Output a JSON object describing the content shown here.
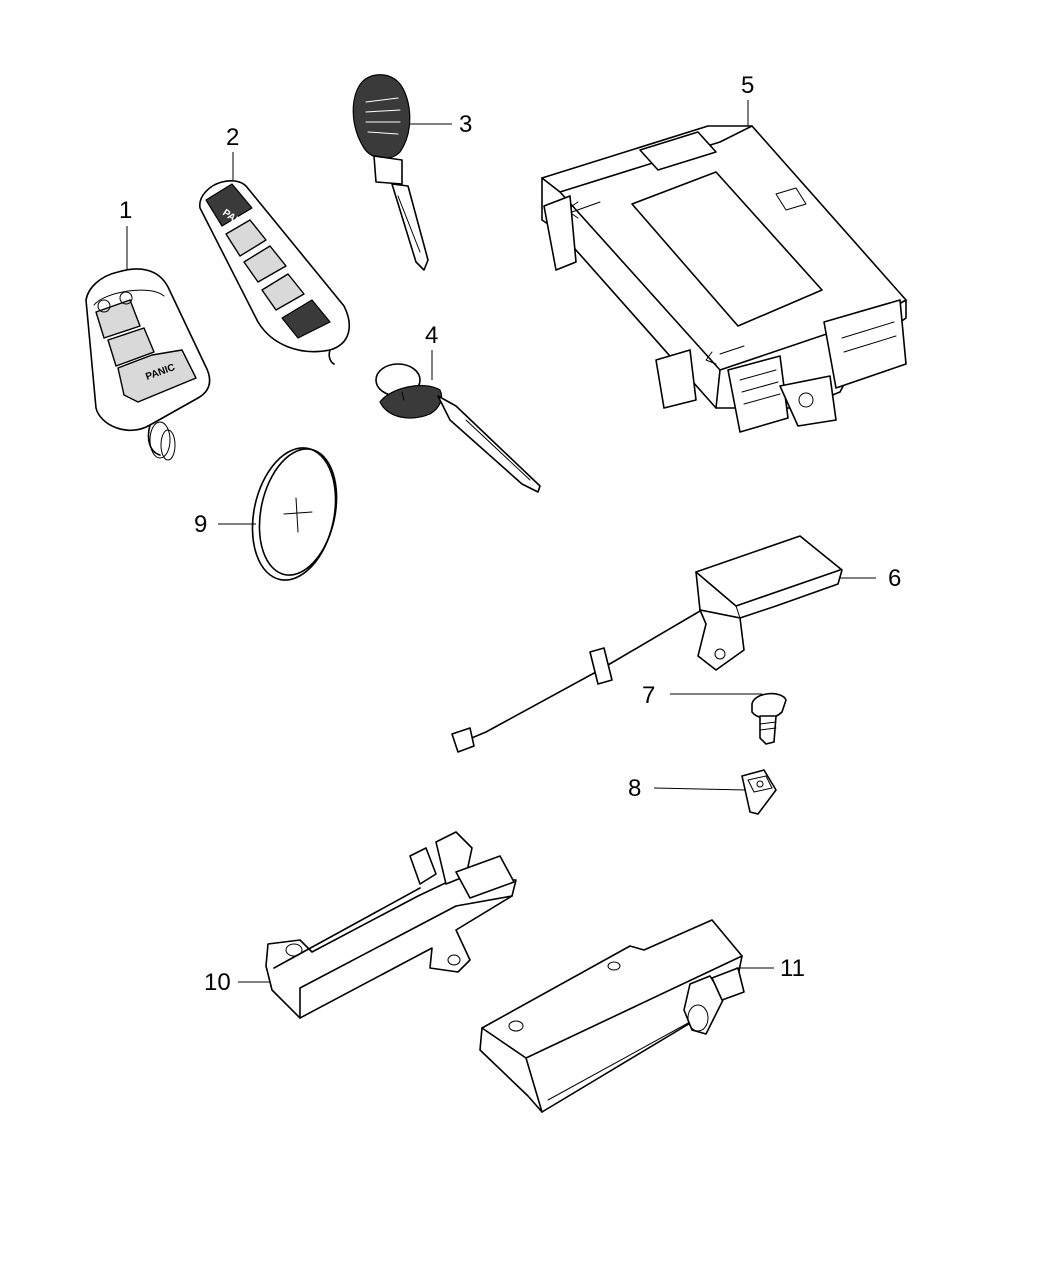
{
  "callouts": {
    "c1": "1",
    "c2": "2",
    "c3": "3",
    "c4": "4",
    "c5": "5",
    "c6": "6",
    "c7": "7",
    "c8": "8",
    "c9": "9",
    "c10": "10",
    "c11": "11"
  },
  "fob_button_text": {
    "fob1_panic": "PANIC",
    "fob2_panic": "PANIC"
  },
  "colors": {
    "line": "#000000",
    "shade": "#d9d9d9",
    "dark": "#3a3a3a",
    "background": "#ffffff"
  }
}
